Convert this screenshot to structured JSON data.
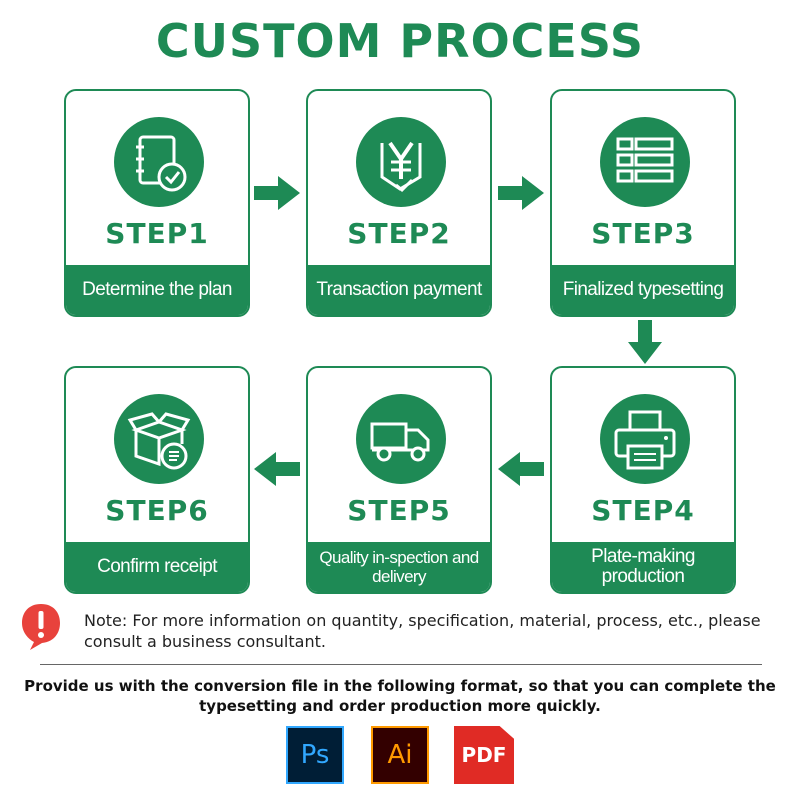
{
  "title": "CUSTOM PROCESS",
  "steps": [
    {
      "label": "STEP1",
      "caption": "Determine the plan",
      "icon": "notebook-check-icon"
    },
    {
      "label": "STEP2",
      "caption": "Transaction payment",
      "icon": "yen-payment-icon"
    },
    {
      "label": "STEP3",
      "caption": "Finalized typesetting",
      "icon": "layout-grid-icon"
    },
    {
      "label": "STEP4",
      "caption": "Plate-making production",
      "icon": "printer-icon"
    },
    {
      "label": "STEP5",
      "caption": "Quality in-spection and delivery",
      "icon": "delivery-truck-icon"
    },
    {
      "label": "STEP6",
      "caption": "Confirm receipt",
      "icon": "package-receipt-icon"
    }
  ],
  "note": {
    "icon": "exclamation-icon",
    "text": "Note: For more information on quantity, specification, material, process, etc., please consult a business consultant."
  },
  "formats_intro": "Provide us with the conversion file in the following format, so that you can complete the typesetting and order production more quickly.",
  "formats": [
    {
      "label": "Ps",
      "icon": "photoshop-icon"
    },
    {
      "label": "Ai",
      "icon": "illustrator-icon"
    },
    {
      "label": "PDF",
      "icon": "pdf-icon"
    }
  ],
  "colors": {
    "accent": "#1e8a55",
    "alert": "#e8423c"
  }
}
